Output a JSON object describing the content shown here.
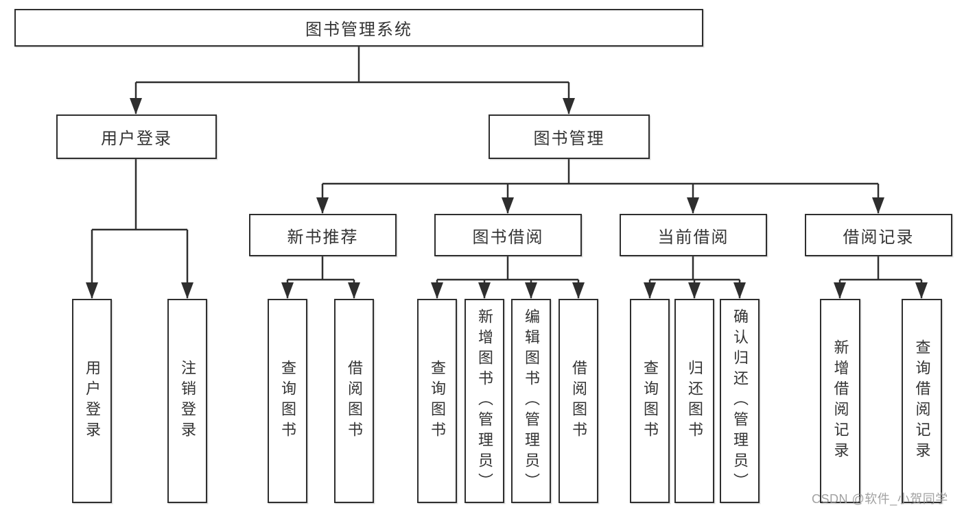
{
  "tree": {
    "root": {
      "label": "图书管理系统"
    },
    "branches": [
      {
        "label": "用户登录",
        "children": [
          {
            "label": "用户登录"
          },
          {
            "label": "注销登录"
          }
        ]
      },
      {
        "label": "图书管理",
        "children": [
          {
            "label": "新书推荐",
            "children": [
              {
                "label": "查询图书"
              },
              {
                "label": "借阅图书"
              }
            ]
          },
          {
            "label": "图书借阅",
            "children": [
              {
                "label": "查询图书"
              },
              {
                "label": "新增图书（管理员）"
              },
              {
                "label": "编辑图书（管理员）"
              },
              {
                "label": "借阅图书"
              }
            ]
          },
          {
            "label": "当前借阅",
            "children": [
              {
                "label": "查询图书"
              },
              {
                "label": "归还图书"
              },
              {
                "label": "确认归还（管理员）"
              }
            ]
          },
          {
            "label": "借阅记录",
            "children": [
              {
                "label": "新增借阅记录"
              },
              {
                "label": "查询借阅记录"
              }
            ]
          }
        ]
      }
    ]
  },
  "watermark": {
    "text": "CSDN @软件_小贺同学"
  },
  "colors": {
    "background": "#ffffff",
    "border": "#2e2e2e",
    "line": "#2e2e2e",
    "text": "#333333",
    "watermark": "#949494"
  }
}
